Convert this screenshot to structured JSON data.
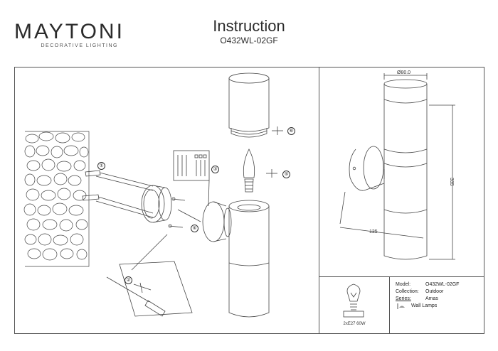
{
  "brand": {
    "name": "MAYTONI",
    "tagline": "DECORATIVE LIGHTING"
  },
  "header": {
    "title": "Instruction",
    "model_code": "O432WL-02GF"
  },
  "dimensions": {
    "diameter": "Ø80.0",
    "height": "335",
    "depth": "135"
  },
  "steps": [
    "①",
    "②",
    "③",
    "④",
    "⑤",
    "⑥"
  ],
  "bulb": {
    "label": "2xE27 60W"
  },
  "info": {
    "model_key": "Model:",
    "model_value": "O432WL-02GF",
    "collection_key": "Collection:",
    "collection_value": "Outdoor",
    "series_key": "Series:",
    "series_value": "Amas",
    "type_value": "Wall Lamps"
  },
  "colors": {
    "line": "#555555",
    "text": "#222222"
  }
}
